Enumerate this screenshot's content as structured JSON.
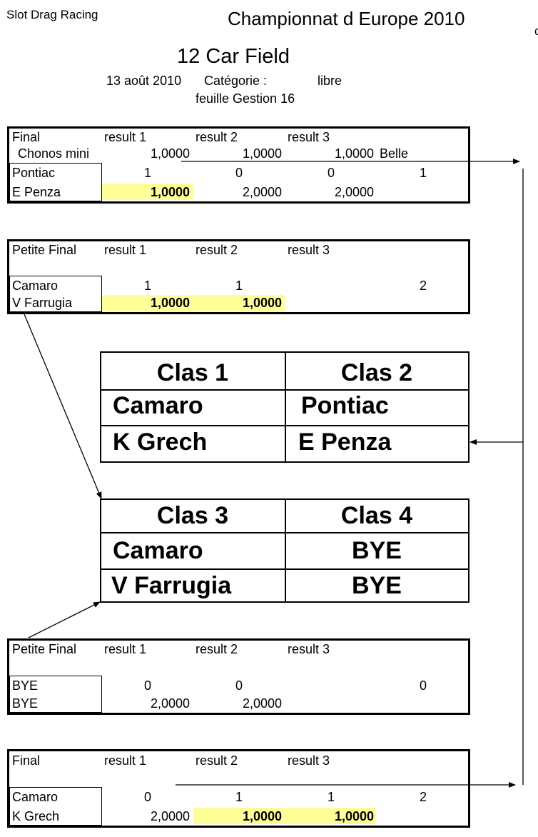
{
  "header": {
    "app_name": "Slot Drag Racing",
    "championship": "Championnat d Europe 2010",
    "edge_char": "c",
    "field": "12 Car Field",
    "date": "13 août 2010",
    "category_label": "Catégorie :",
    "category_value": "libre",
    "sheet": "feuille Gestion 16"
  },
  "final_top": {
    "label": "Final",
    "result_headers": [
      "result 1",
      "result 2",
      "result 3"
    ],
    "track": "Chonos mini",
    "track_results": [
      "1,0000",
      "1,0000",
      "1,0000"
    ],
    "track_extra": "Belle",
    "car": "Pontiac",
    "car_results": [
      "1",
      "0",
      "0"
    ],
    "car_total": "1",
    "driver": "E Penza",
    "driver_times": [
      "1,0000",
      "2,0000",
      "2,0000"
    ]
  },
  "petite_top": {
    "label": "Petite Final",
    "result_headers": [
      "result 1",
      "result 2",
      "result 3"
    ],
    "car": "Camaro",
    "car_results": [
      "1",
      "1"
    ],
    "car_total": "2",
    "driver": "V Farrugia",
    "driver_times": [
      "1,0000",
      "1,0000"
    ]
  },
  "clas_table_1": {
    "headers": [
      "Clas 1",
      "Clas 2"
    ],
    "rows": [
      [
        "Camaro",
        "Pontiac"
      ],
      [
        "K Grech",
        "E Penza"
      ]
    ]
  },
  "clas_table_2": {
    "headers": [
      "Clas 3",
      "Clas 4"
    ],
    "rows": [
      [
        "Camaro",
        "BYE"
      ],
      [
        "V Farrugia",
        "BYE"
      ]
    ]
  },
  "petite_bottom": {
    "label": "Petite Final",
    "result_headers": [
      "result 1",
      "result 2",
      "result 3"
    ],
    "car": "BYE",
    "car_results": [
      "0",
      "0"
    ],
    "car_total": "0",
    "driver": "BYE",
    "driver_times": [
      "2,0000",
      "2,0000"
    ]
  },
  "final_bottom": {
    "label": "Final",
    "result_headers": [
      "result 1",
      "result 2",
      "result 3"
    ],
    "car": "Camaro",
    "car_results": [
      "0",
      "1",
      "1"
    ],
    "car_total": "2",
    "driver": "K Grech",
    "driver_times": [
      "2,0000",
      "1,0000",
      "1,0000"
    ]
  },
  "colors": {
    "highlight": "#ffff99",
    "border": "#000000"
  }
}
